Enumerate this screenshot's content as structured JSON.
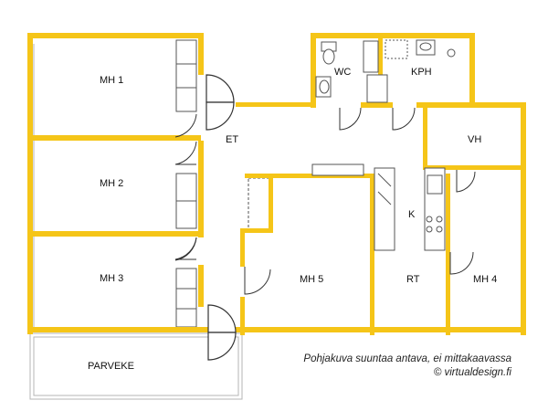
{
  "rooms": {
    "mh1": "MH 1",
    "mh2": "MH 2",
    "mh3": "MH 3",
    "et": "ET",
    "wc": "WC",
    "kph": "KPH",
    "vh": "VH",
    "k": "K",
    "mh5": "MH 5",
    "rt": "RT",
    "mh4": "MH 4",
    "parveke": "PARVEKE"
  },
  "notes": {
    "disclaimer": "Pohjakuva suuntaa antava, ei mittakaavassa",
    "credit": "© virtualdesign.fi"
  },
  "colors": {
    "wall": "#f5c518",
    "background": "#ffffff"
  }
}
